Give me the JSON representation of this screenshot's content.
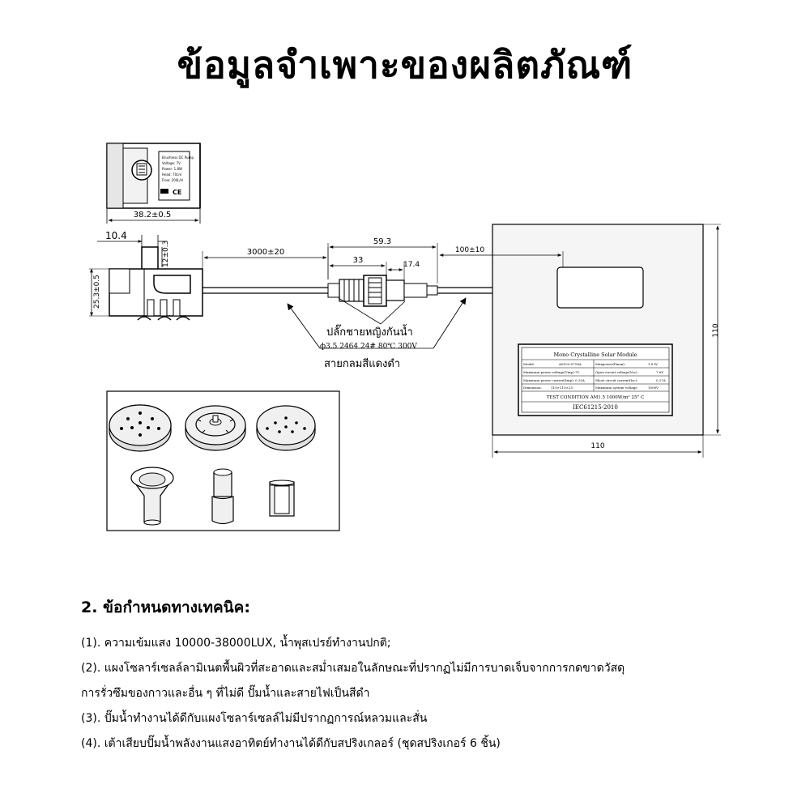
{
  "title": "ข้อมูลจำเพาะของผลิตภัณฑ์",
  "drawing": {
    "pump_width_dim": "38.2±0.5",
    "pump_depth_dim": "10.4",
    "pump_height_dim": "25.3±0.5",
    "outlet_height_dim": "12±0.3",
    "cable_length_dim": "3000±20",
    "connector_total_dim": "59.3",
    "connector_left_dim": "33",
    "connector_right_dim": "17.4",
    "panel_cable_dim": "100±10",
    "panel_height_dim": "110",
    "panel_width_dim": "110",
    "connector_label": "ปลั๊กชายหญิงกันน้ำ",
    "cable_spec": "ф3.5  2464  24#  80℃  300V",
    "cable_label": "สายกลมสีแดงดำ",
    "pump_label_lines": [
      "Brushless DC Pump",
      "Voltage: 7V",
      "Power: 1.8W",
      "Head: 70cm",
      "Flow: 200L/H"
    ],
    "solar_label": {
      "title": "Mono Crystalline Solar Module",
      "rows": [
        [
          "Model:",
          "AS103-0718A",
          "Maxpower(Pmax):",
          "1.8 W"
        ],
        [
          "Maximum power voltage(Vmp):",
          "7V",
          "Open circuit voltage(Voc):",
          "7.6V"
        ],
        [
          "Maximum power current(Imp):",
          "0.25A",
          "Short circuit current(Isc):",
          "0.27A"
        ],
        [
          "Dimension:",
          "110×110×25",
          "Maximum system voltage",
          "1000V"
        ]
      ],
      "test_condition": "TEST CONDITION  AM1.5  1000W/m²  25° C",
      "standard": "IEC61215-2010"
    }
  },
  "specs": {
    "heading": "2. ข้อกำหนดทางเทคนิค:",
    "items": [
      "(1). ความเข้มแสง 10000-38000LUX, น้ำพุสเปรย์ทำงานปกติ;",
      "(2). แผงโซลาร์เซลล์ลามิเนตพื้นผิวที่สะอาดและสม่ำเสมอในลักษณะที่ปรากฏไม่มีการบาดเจ็บจากการกดขาดวัสดุ",
      "การรั่วซึมของกาวและอื่น ๆ ที่ไม่ดี ปั๊มน้ำและสายไฟเป็นสีดำ",
      "(3). ปั๊มน้ำทำงานได้ดีกับแผงโซลาร์เซลล์ไม่มีปรากฏการณ์หลวมและสั่น",
      "(4). เต้าเสียบปั๊มน้ำพลังงานแสงอาทิตย์ทำงานได้ดีกับสปริงเกลอร์ (ชุดสปริงเกอร์ 6 ชิ้น)"
    ]
  }
}
